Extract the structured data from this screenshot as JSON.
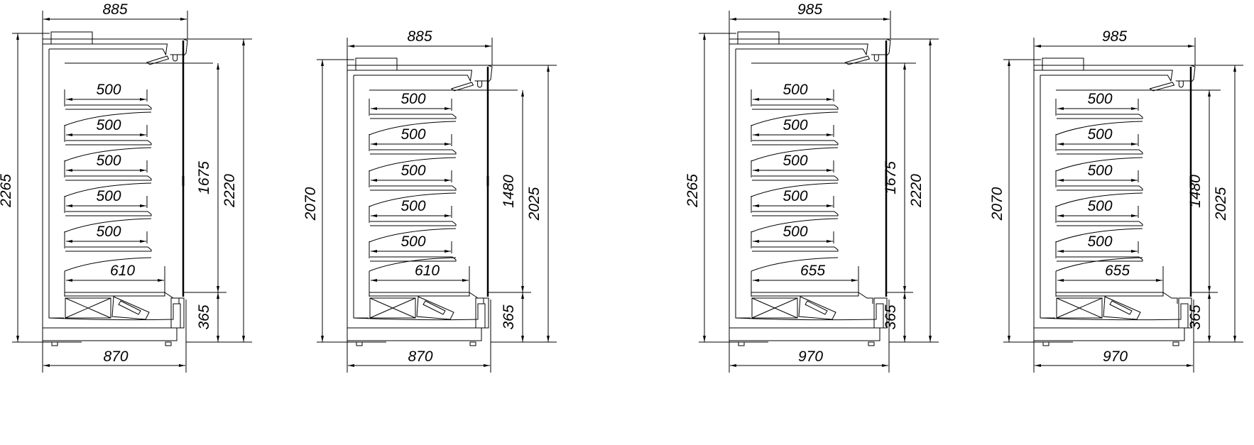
{
  "units": [
    {
      "name": "unit-885-2265",
      "overall_width": "885",
      "base_width": "870",
      "total_height": "2265",
      "display_height": "1675",
      "body_height": "2220",
      "lower_height": "365",
      "shelves": [
        "500",
        "500",
        "500",
        "500",
        "500"
      ],
      "bottom_shelf": "610"
    },
    {
      "name": "unit-885-2070",
      "overall_width": "885",
      "base_width": "870",
      "total_height": "2070",
      "display_height": "1480",
      "body_height": "2025",
      "lower_height": "365",
      "shelves": [
        "500",
        "500",
        "500",
        "500",
        "500"
      ],
      "bottom_shelf": "610"
    },
    {
      "name": "unit-985-2265",
      "overall_width": "985",
      "base_width": "970",
      "total_height": "2265",
      "display_height": "1675",
      "body_height": "2220",
      "lower_height": "365",
      "shelves": [
        "500",
        "500",
        "500",
        "500",
        "500"
      ],
      "bottom_shelf": "655"
    },
    {
      "name": "unit-985-2070",
      "overall_width": "985",
      "base_width": "970",
      "total_height": "2070",
      "display_height": "1480",
      "body_height": "2025",
      "lower_height": "365",
      "shelves": [
        "500",
        "500",
        "500",
        "500",
        "500"
      ],
      "bottom_shelf": "655"
    }
  ]
}
